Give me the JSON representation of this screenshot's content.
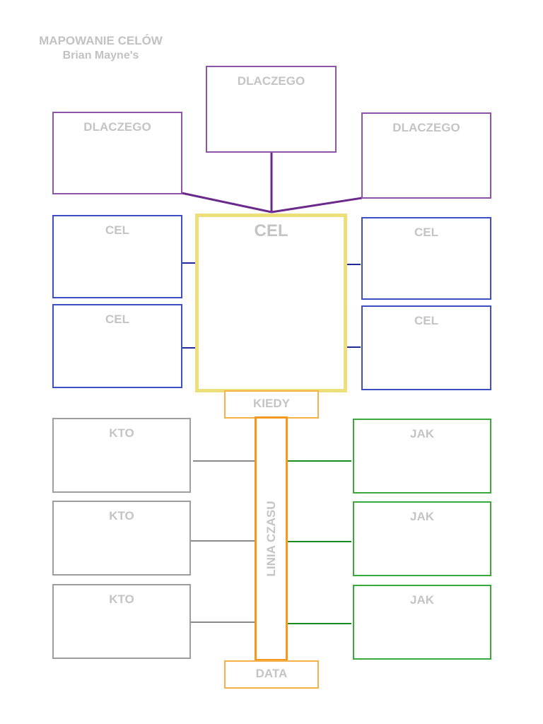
{
  "header": {
    "title": "MAPOWANIE CELÓW",
    "subtitle": "Brian Mayne's"
  },
  "why": {
    "left_label": "DLACZEGO",
    "center_label": "DLACZEGO",
    "right_label": "DLACZEGO"
  },
  "goal": {
    "main_label": "CEL",
    "left_top_label": "CEL",
    "left_bottom_label": "CEL",
    "right_top_label": "CEL",
    "right_bottom_label": "CEL"
  },
  "timeline": {
    "start_label": "KIEDY",
    "axis_label": "LINIA CZASU",
    "end_label": "DATA"
  },
  "who": {
    "labels": [
      "KTO",
      "KTO",
      "KTO"
    ]
  },
  "how": {
    "labels": [
      "JAK",
      "JAK",
      "JAK"
    ]
  },
  "colors": {
    "why": "#8e54a8",
    "goal": "#3d4fc4",
    "main_goal": "#ede07a",
    "timeline": "#f39a1e",
    "who": "#9e9e9e",
    "how": "#3aa83a",
    "text": "#c4c4c4"
  }
}
